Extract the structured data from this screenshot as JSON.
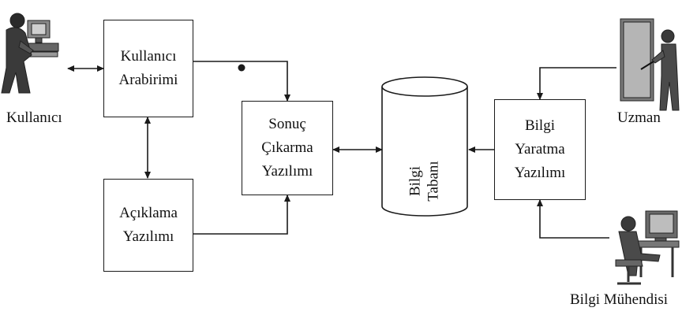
{
  "diagram": {
    "boxes": {
      "kullanici_arabirimi": [
        "Kullanıcı",
        "Arabirimi"
      ],
      "aciklama_yazilimi": [
        "Açıklama",
        "Yazılımı"
      ],
      "sonuc_cikarma": [
        "Sonuç",
        "Çıkarma",
        "Yazılımı"
      ],
      "bilgi_tabani": [
        "Bilgi",
        "Tabanı"
      ],
      "bilgi_yaratma": [
        "Bilgi",
        "Yaratma",
        "Yazılımı"
      ]
    },
    "actors": {
      "kullanici": "Kullanıcı",
      "uzman": "Uzman",
      "bilgi_muhendisi": "Bilgi Mühendisi"
    },
    "icons": {
      "kullanici": "user-at-computer-icon",
      "uzman": "expert-presenting-icon",
      "bilgi_muhendisi": "engineer-at-computer-icon"
    },
    "colors": {
      "line": "#1a1a1a",
      "icon": "#4a4a4a"
    }
  }
}
